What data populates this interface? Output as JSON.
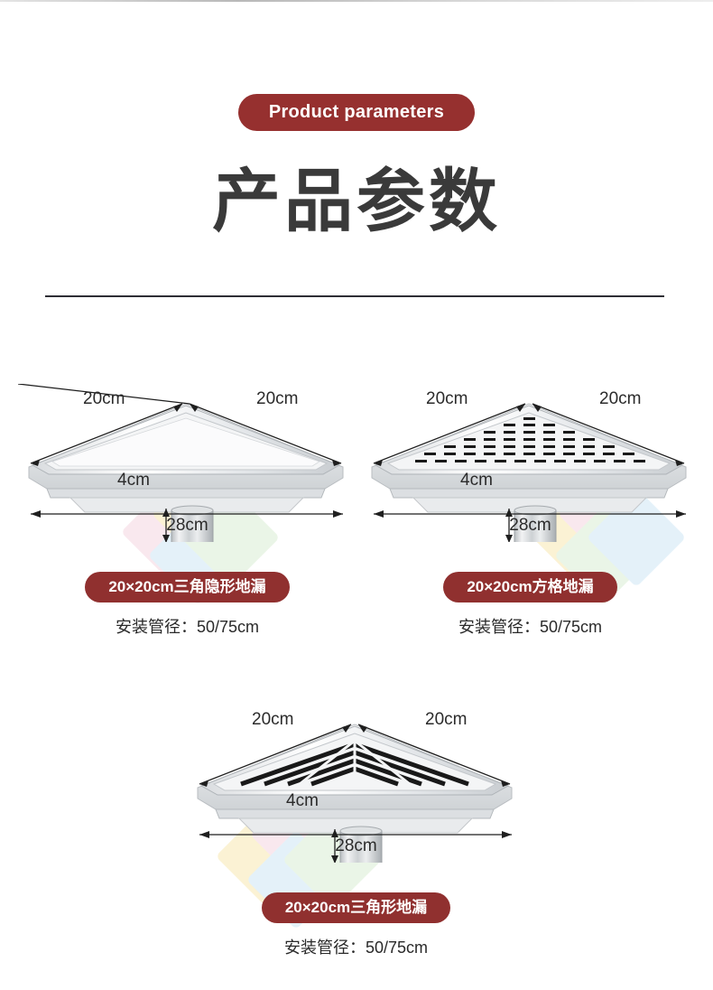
{
  "page": {
    "badge_label": "Product parameters",
    "title": "产品参数",
    "badge_color": "#96302f",
    "title_color": "#3a3a3a",
    "divider_color": "#2e2e35",
    "background": "#ffffff"
  },
  "products": [
    {
      "id": "triangle-invisible-drain",
      "side_left_label": "20cm",
      "side_right_label": "20cm",
      "height_label": "4cm",
      "base_label": "28cm",
      "name": "20×20cm三角隐形地漏",
      "spec": "安装管径：50/75cm",
      "grate_style": "solid"
    },
    {
      "id": "square-grid-drain",
      "side_left_label": "20cm",
      "side_right_label": "20cm",
      "height_label": "4cm",
      "base_label": "28cm",
      "name": "20×20cm方格地漏",
      "spec": "安装管径：50/75cm",
      "grate_style": "slots"
    },
    {
      "id": "triangle-pattern-drain",
      "side_left_label": "20cm",
      "side_right_label": "20cm",
      "height_label": "4cm",
      "base_label": "28cm",
      "name": "20×20cm三角形地漏",
      "spec": "安装管径：50/75cm",
      "grate_style": "chevron"
    }
  ]
}
